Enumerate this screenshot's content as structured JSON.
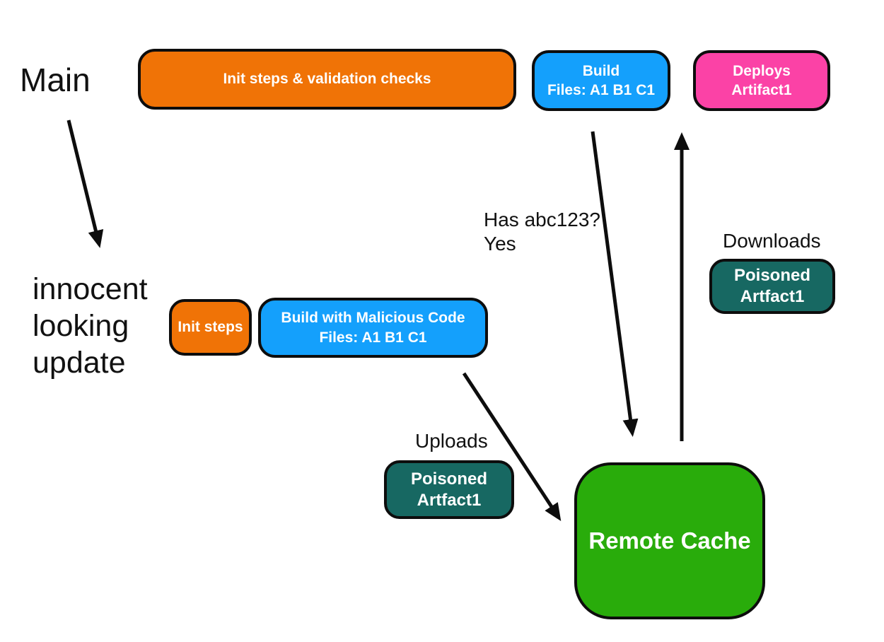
{
  "diagram": {
    "title": "cache poisoning pipeline diagram",
    "background_color": "#ffffff",
    "line_color": "#0d0d0d",
    "text_color": "#111111",
    "labels": {
      "main": "Main",
      "innocent": [
        "innocent",
        "looking",
        "update"
      ],
      "has_abc123": [
        "Has abc123?",
        "Yes"
      ],
      "downloads": "Downloads",
      "uploads": "Uploads"
    },
    "nodes": {
      "init_validation": {
        "label": "Init steps & validation checks",
        "color": "#F07306"
      },
      "build": {
        "lines": [
          "Build",
          "Files: A1 B1 C1"
        ],
        "color": "#14A0FC"
      },
      "deploys": {
        "lines": [
          "Deploys",
          "Artifact1"
        ],
        "color": "#FB42A6"
      },
      "poisoned_download": {
        "lines": [
          "Poisoned",
          "Artfact1"
        ],
        "color": "#176862"
      },
      "init_steps": {
        "label": "Init steps",
        "color": "#F07306"
      },
      "build_malicious": {
        "lines": [
          "Build with Malicious Code",
          "Files: A1 B1 C1"
        ],
        "color": "#14A0FC"
      },
      "poisoned_upload": {
        "lines": [
          "Poisoned",
          "Artfact1"
        ],
        "color": "#176862"
      },
      "remote_cache": {
        "label": "Remote Cache",
        "color": "#29AC0B"
      }
    }
  }
}
